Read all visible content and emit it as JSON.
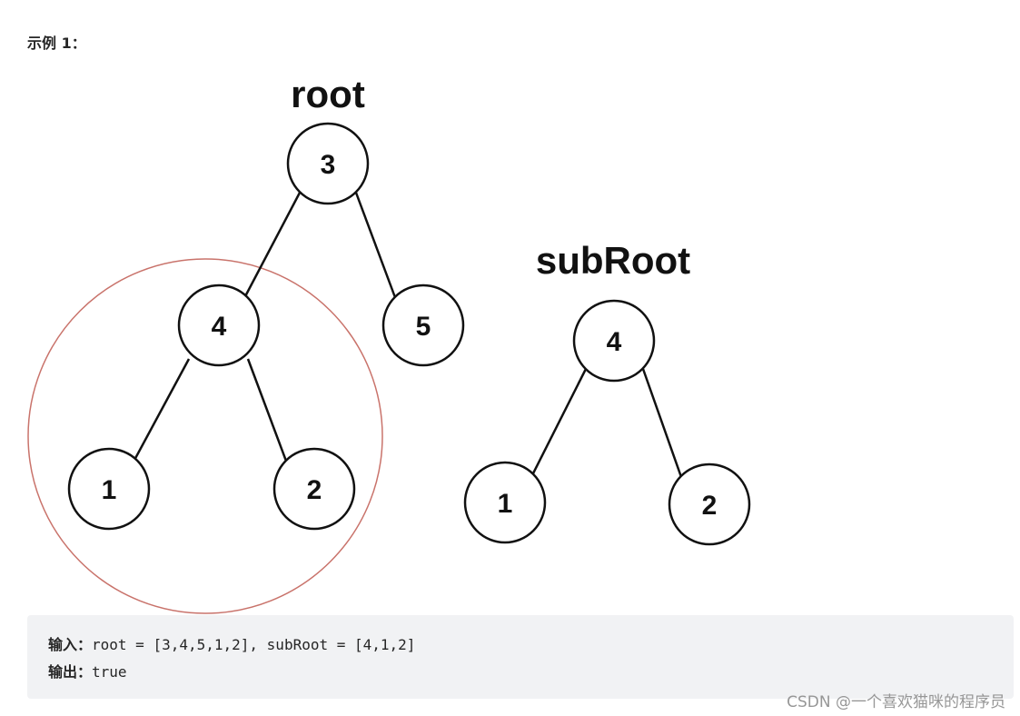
{
  "example_title": "示例 1：",
  "trees": {
    "root": {
      "label": "root",
      "nodes": [
        "3",
        "4",
        "5",
        "1",
        "2"
      ]
    },
    "subroot": {
      "label": "subRoot",
      "nodes": [
        "4",
        "1",
        "2"
      ]
    }
  },
  "colors": {
    "highlight_circle": "#c9736b",
    "code_background": "#f1f2f4"
  },
  "code": {
    "input_key": "输入：",
    "input_value": "root = [3,4,5,1,2], subRoot = [4,1,2]",
    "output_key": "输出：",
    "output_value": "true"
  },
  "watermark": "CSDN @一个喜欢猫咪的程序员"
}
